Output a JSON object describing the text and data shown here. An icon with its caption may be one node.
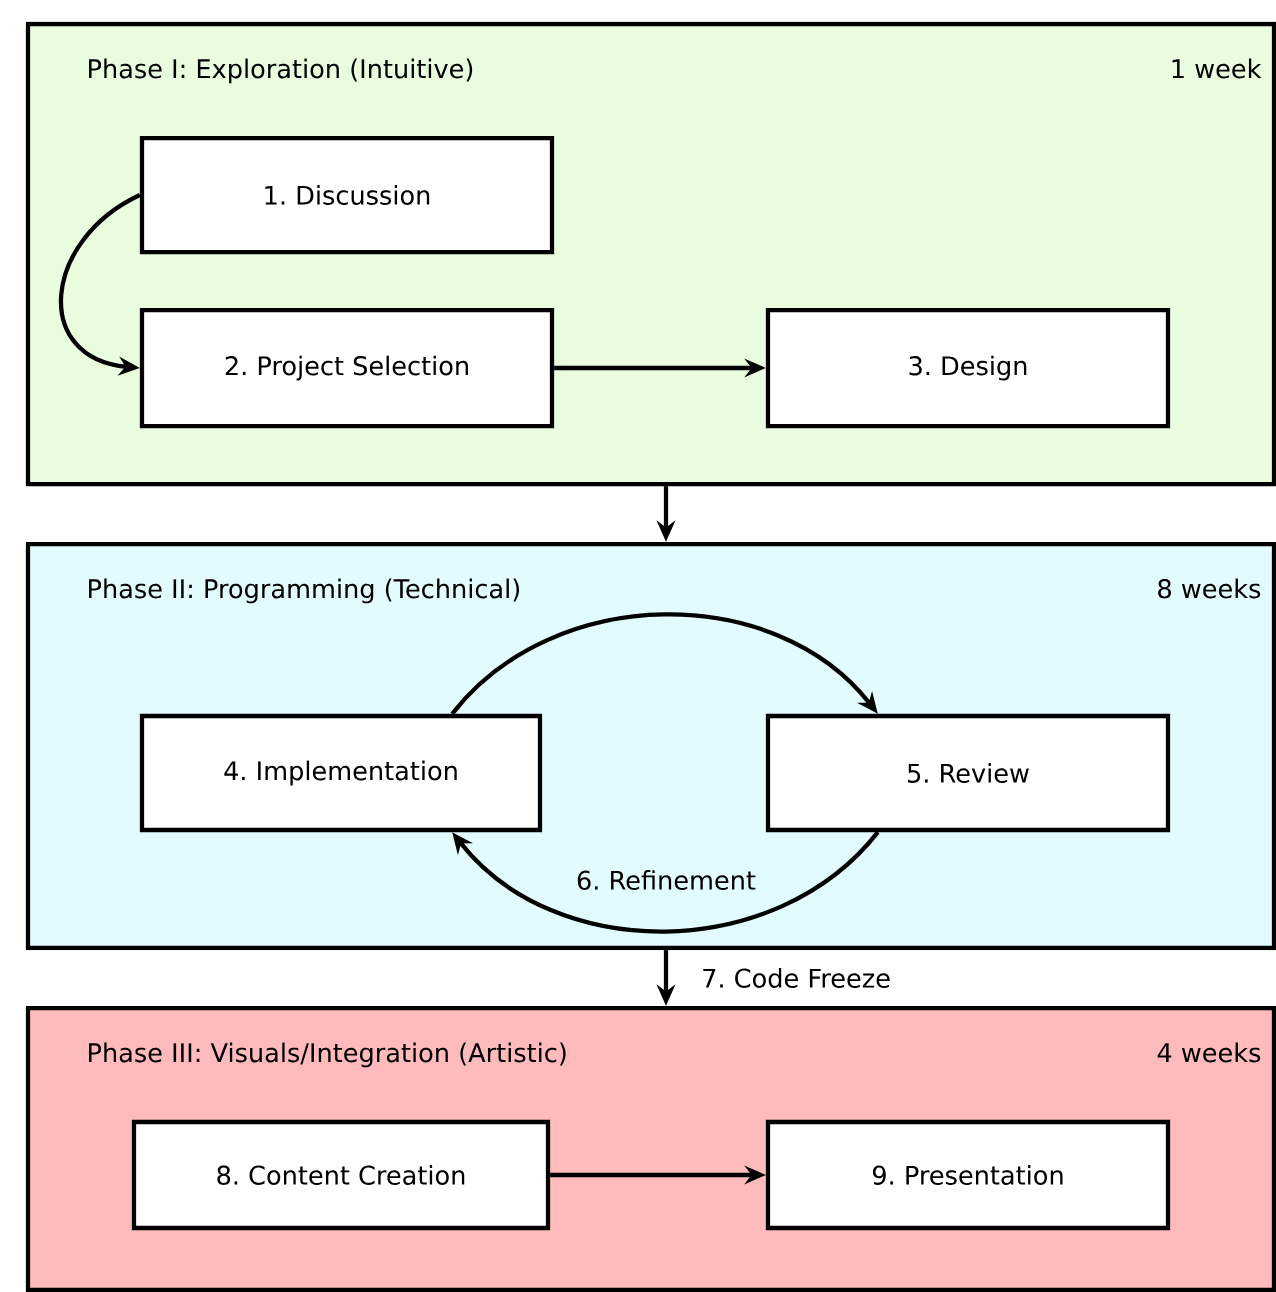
{
  "diagram": {
    "nodes": [
      {
        "text": [
          "Phase I: Exploration (Intuitive)",
          "1 week"
        ]
      },
      {
        "text": [
          "1. Discussion"
        ],
        "in": 0
      },
      {
        "text": [
          "2. Project Selection"
        ],
        "in": 0
      },
      {
        "text": [
          "3. Design"
        ],
        "in": 0
      },
      {
        "text": [
          "Phase II: Programming (Technical)",
          "8 weeks"
        ]
      },
      {
        "text": [
          "4. Implementation"
        ],
        "in": 4
      },
      {
        "text": [
          "5. Review"
        ],
        "in": 4
      },
      {
        "text": [
          "Phase III: Visuals/Integration (Artistic)",
          "4 weeks"
        ]
      },
      {
        "text": [
          "8. Content Creation"
        ],
        "in": 7
      },
      {
        "text": [
          "9. Presentation"
        ],
        "in": 7
      }
    ],
    "edges": [
      {
        "from": 1,
        "to": 2,
        "arrow": "to"
      },
      {
        "from": 2,
        "to": 3,
        "arrow": "to"
      },
      {
        "from": 0,
        "to": 4,
        "arrow": "to"
      },
      {
        "from": 5,
        "to": 6,
        "arrow": "to"
      },
      {
        "from": 6,
        "to": 5,
        "arrow": "to",
        "label": "6. Refinement"
      },
      {
        "from": 4,
        "to": 7,
        "arrow": "to",
        "label": "7. Code Freeze"
      },
      {
        "from": 8,
        "to": 9,
        "arrow": "to"
      }
    ]
  }
}
